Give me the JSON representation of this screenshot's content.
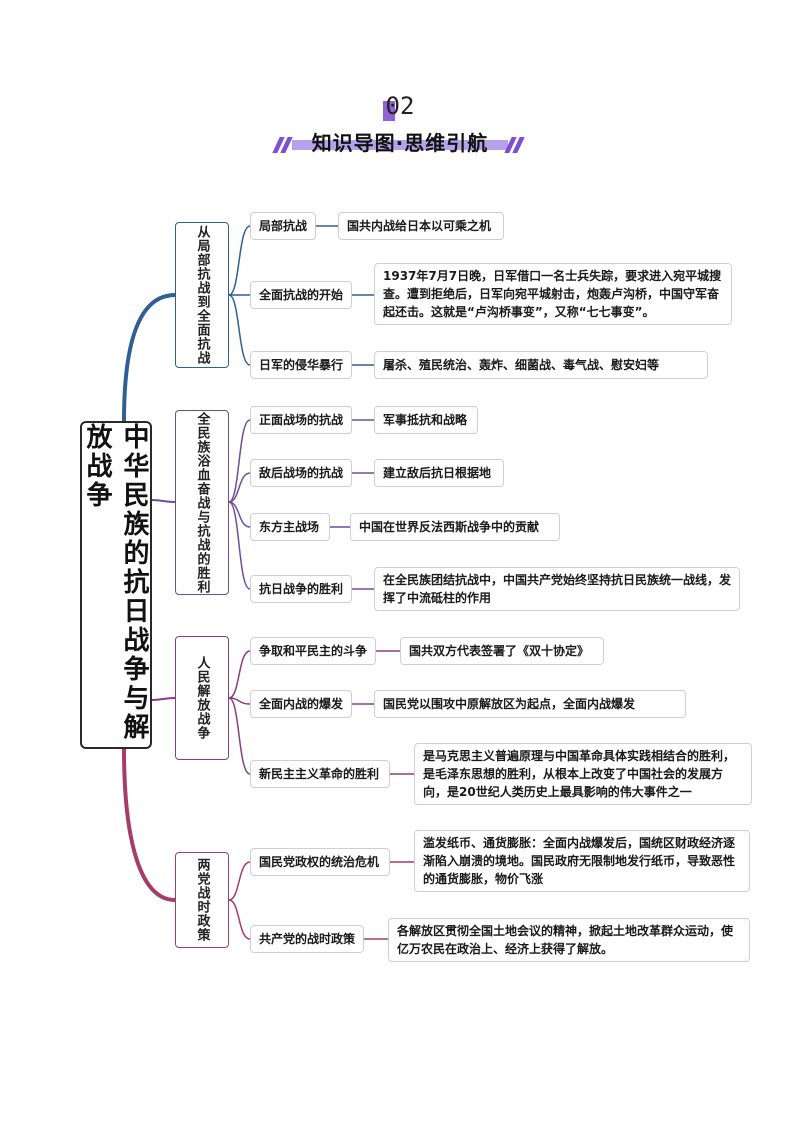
{
  "header": {
    "number": "02",
    "title": "知识导图·思维引航"
  },
  "root": {
    "label": "中华民族的抗日战争与解放战争"
  },
  "branches": [
    {
      "label": "从局部抗战到全面抗战",
      "color": "#2f5f93",
      "items": [
        {
          "label": "局部抗战",
          "detail": "国共内战给日本以可乘之机"
        },
        {
          "label": "全面抗战的开始",
          "detail": "1937年7月7日晚，日军借口一名士兵失踪，要求进入宛平城搜查。遭到拒绝后，日军向宛平城射击，炮轰卢沟桥，中国守军奋起还击。这就是“卢沟桥事变”，又称“七七事变”。"
        },
        {
          "label": "日军的侵华暴行",
          "detail": "屠杀、殖民统治、轰炸、细菌战、毒气战、慰安妇等"
        }
      ]
    },
    {
      "label": "全民族浴血奋战与抗战的胜利",
      "color": "#6f4d9a",
      "items": [
        {
          "label": "正面战场的抗战",
          "detail": "军事抵抗和战略"
        },
        {
          "label": "敌后战场的抗战",
          "detail": "建立敌后抗日根据地"
        },
        {
          "label": "东方主战场",
          "detail": "中国在世界反法西斯战争中的贡献"
        },
        {
          "label": "抗日战争的胜利",
          "detail": "在全民族团结抗战中，中国共产党始终坚持抗日民族统一战线，发挥了中流砥柱的作用"
        }
      ]
    },
    {
      "label": "人民解放战争",
      "color": "#8a3d86",
      "items": [
        {
          "label": "争取和平民主的斗争",
          "detail": "国共双方代表签署了《双十协定》"
        },
        {
          "label": "全面内战的爆发",
          "detail": "国民党以围攻中原解放区为起点，全面内战爆发"
        },
        {
          "label": "新民主主义革命的胜利",
          "detail": "是马克思主义普遍原理与中国革命具体实践相结合的胜利，是毛泽东思想的胜利，从根本上改变了中国社会的发展方向，是20世纪人类历史上最具影响的伟大事件之一"
        }
      ]
    },
    {
      "label": "两党战时政策",
      "color": "#a63c6a",
      "items": [
        {
          "label": "国民党政权的统治危机",
          "detail": "滥发纸币、通货膨胀：全面内战爆发后，国统区财政经济逐渐陷入崩溃的境地。国民政府无限制地发行纸币，导致恶性的通货膨胀，物价飞涨"
        },
        {
          "label": "共产党的战时政策",
          "detail": "各解放区贯彻全国土地会议的精神，掀起土地改革群众运动，使亿万农民在政治上、经济上获得了解放。"
        }
      ]
    }
  ]
}
